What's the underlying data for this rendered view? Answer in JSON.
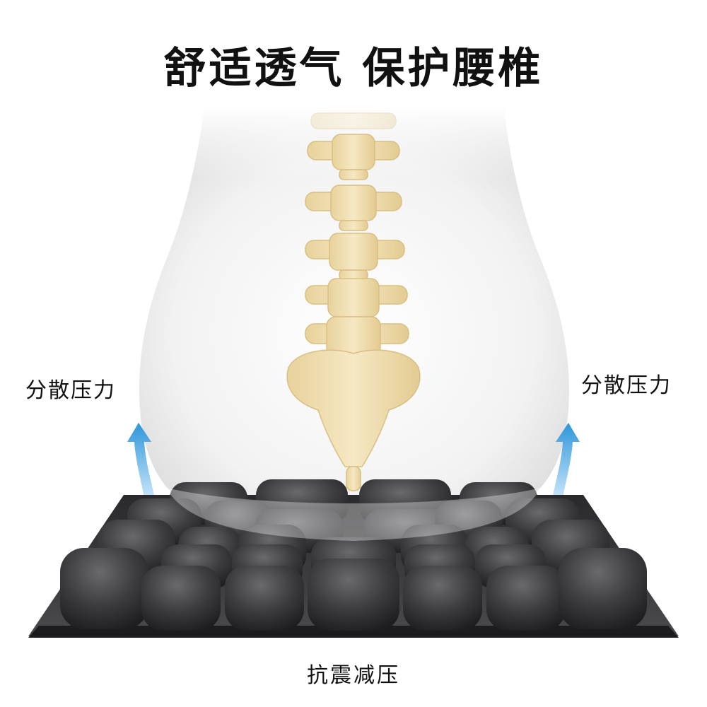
{
  "headline": "舒适透气 保护腰椎",
  "labels": {
    "left": "分散压力",
    "right": "分散压力",
    "bottom": "抗震减压"
  },
  "colors": {
    "text": "#111111",
    "arrow": "#3aa0e0",
    "cushion": "#3b3b3d",
    "bone": "#efdcae"
  }
}
